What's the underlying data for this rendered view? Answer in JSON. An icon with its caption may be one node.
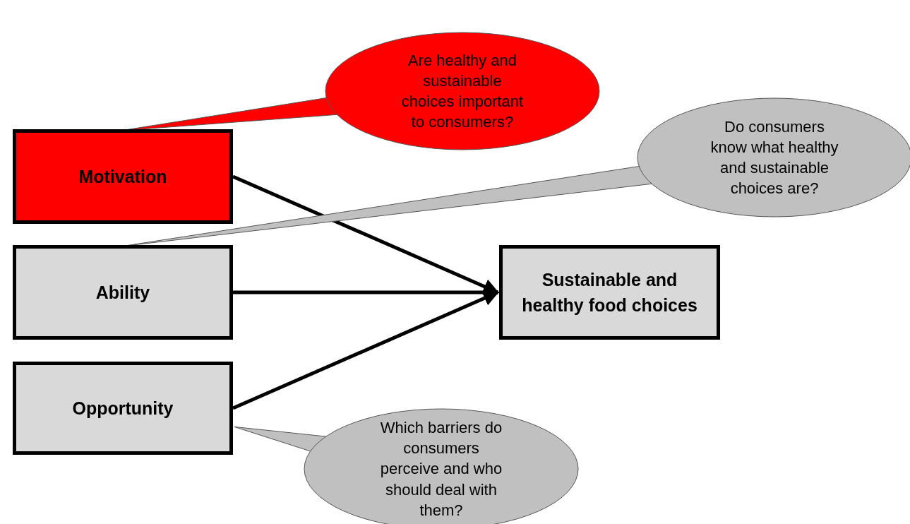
{
  "diagram": {
    "nodes": [
      {
        "text": [
          "Motivation"
        ]
      },
      {
        "text": [
          "Ability"
        ]
      },
      {
        "text": [
          "Opportunity"
        ]
      },
      {
        "text": [
          "Sustainable and healthy food choices"
        ]
      },
      {
        "text": [
          "Are healthy and sustainable choices important to consumers?"
        ]
      },
      {
        "text": [
          "Do consumers know what healthy and sustainable choices are?"
        ]
      },
      {
        "text": [
          "Which barriers do consumers perceive and who should deal with them?"
        ]
      }
    ],
    "edges": [
      {
        "from": 0,
        "to": 3,
        "arrow": "to"
      },
      {
        "from": 1,
        "to": 3,
        "arrow": "to"
      },
      {
        "from": 2,
        "to": 3,
        "arrow": "to"
      },
      {
        "from": 4,
        "to": 0,
        "arrow": "none",
        "color": "#ff0000"
      },
      {
        "from": 5,
        "to": 1,
        "arrow": "none",
        "color": "#c0c0c0"
      },
      {
        "from": 6,
        "to": 2,
        "arrow": "none",
        "color": "#c0c0c0"
      }
    ]
  }
}
